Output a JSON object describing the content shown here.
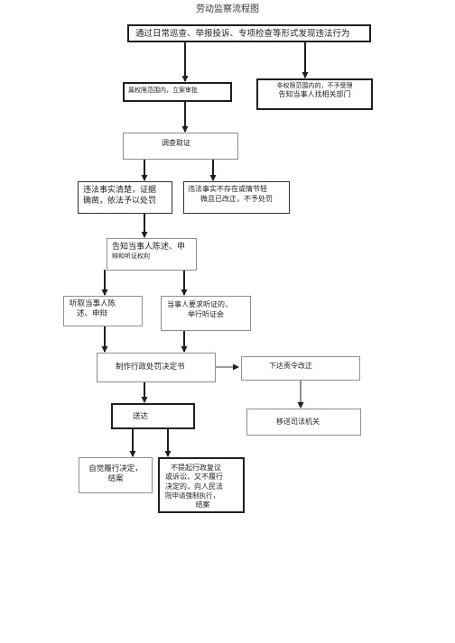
{
  "title": "劳动监察流程图",
  "nodes": {
    "discover": {
      "text": "通过日常巡查、举报投诉、专项检查等形式发现违法行为"
    },
    "accept": {
      "text": "属权限范围内，立案审批"
    },
    "reject": {
      "line1": "非权限范围内的，不予受理",
      "line2": "告知当事人找相关部门"
    },
    "investigate": {
      "text": "调查取证"
    },
    "penalize": {
      "line1": "违法事实清楚，证据",
      "line2": "确凿，依法予以处罚"
    },
    "no_penalty": {
      "line1": "违法事实不存在或情节轻",
      "line2": "微且已改正，不予处罚"
    },
    "notify": {
      "line1": "告知当事人陈述、申",
      "line2": "辩和听证权利"
    },
    "hear_statement": {
      "line1": "听取当事人陈",
      "line2": "述、申辩"
    },
    "hold_hearing": {
      "line1": "当事人要求听证的，",
      "line2": "举行听证会"
    },
    "decision": {
      "text": "制作行政处罚决定书"
    },
    "order_correct": {
      "text": "下达责令改正"
    },
    "deliver": {
      "text": "送达"
    },
    "transfer_judicial": {
      "text": "移送司法机关"
    },
    "voluntary": {
      "line1": "自觉履行决定，",
      "line2": "结案"
    },
    "enforce": {
      "line1": "不提起行政复议",
      "line2": "或诉讼，又不履行",
      "line3": "决定的，向人民法",
      "line4": "院申请强制执行，",
      "line5": "结案"
    }
  }
}
